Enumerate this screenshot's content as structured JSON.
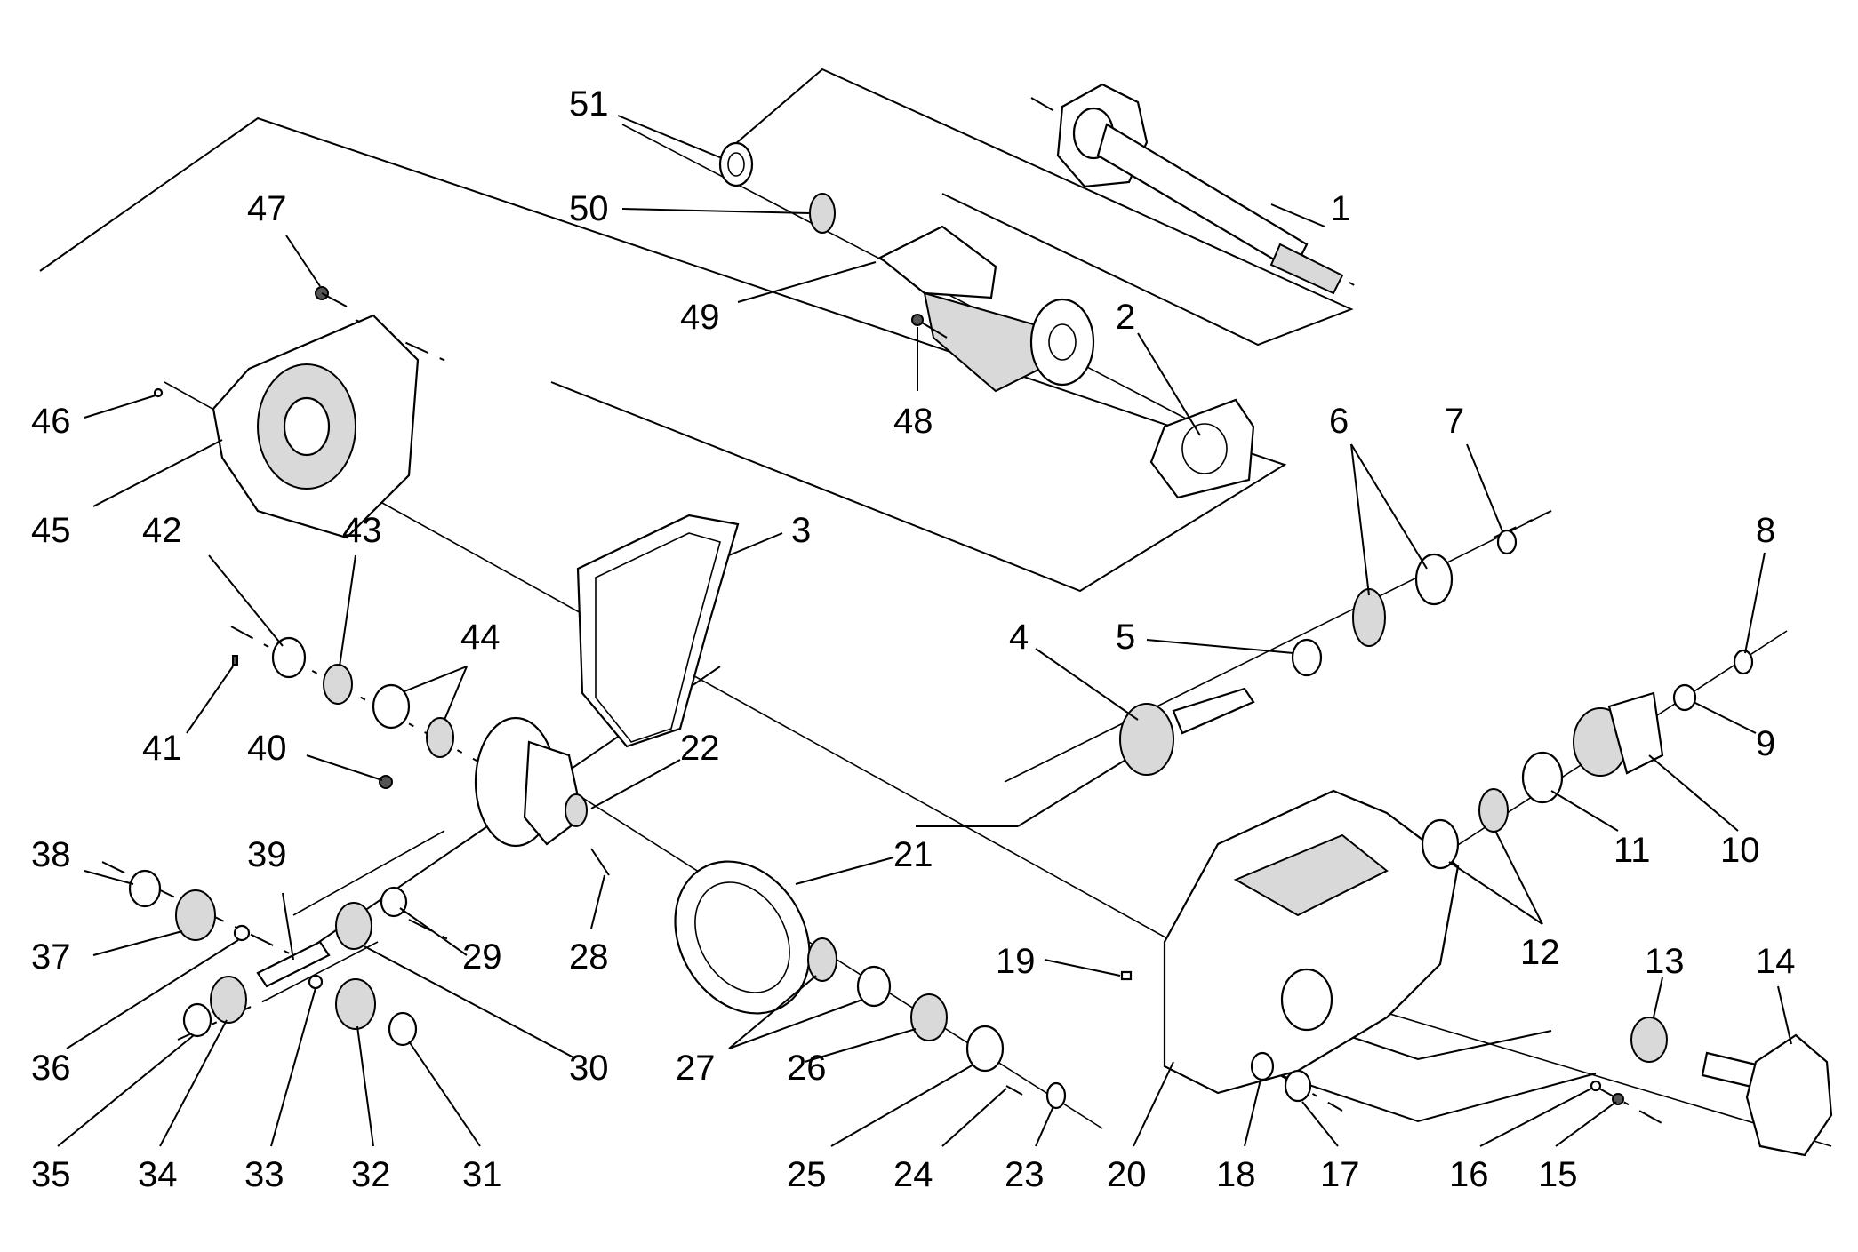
{
  "callouts": [
    {
      "id": 1,
      "text": "1"
    },
    {
      "id": 2,
      "text": "2"
    },
    {
      "id": 3,
      "text": "3"
    },
    {
      "id": 4,
      "text": "4"
    },
    {
      "id": 5,
      "text": "5"
    },
    {
      "id": 6,
      "text": "6"
    },
    {
      "id": 7,
      "text": "7"
    },
    {
      "id": 8,
      "text": "8"
    },
    {
      "id": 9,
      "text": "9"
    },
    {
      "id": 10,
      "text": "10"
    },
    {
      "id": 11,
      "text": "11"
    },
    {
      "id": 12,
      "text": "12"
    },
    {
      "id": 13,
      "text": "13"
    },
    {
      "id": 14,
      "text": "14"
    },
    {
      "id": 15,
      "text": "15"
    },
    {
      "id": 16,
      "text": "16"
    },
    {
      "id": 17,
      "text": "17"
    },
    {
      "id": 18,
      "text": "18"
    },
    {
      "id": 19,
      "text": "19"
    },
    {
      "id": 20,
      "text": "20"
    },
    {
      "id": 21,
      "text": "21"
    },
    {
      "id": 22,
      "text": "22"
    },
    {
      "id": 23,
      "text": "23"
    },
    {
      "id": 24,
      "text": "24"
    },
    {
      "id": 25,
      "text": "25"
    },
    {
      "id": 26,
      "text": "26"
    },
    {
      "id": 27,
      "text": "27"
    },
    {
      "id": 28,
      "text": "28"
    },
    {
      "id": 29,
      "text": "29"
    },
    {
      "id": 30,
      "text": "30"
    },
    {
      "id": 31,
      "text": "31"
    },
    {
      "id": 32,
      "text": "32"
    },
    {
      "id": 33,
      "text": "33"
    },
    {
      "id": 34,
      "text": "34"
    },
    {
      "id": 35,
      "text": "35"
    },
    {
      "id": 36,
      "text": "36"
    },
    {
      "id": 37,
      "text": "37"
    },
    {
      "id": 38,
      "text": "38"
    },
    {
      "id": 39,
      "text": "39"
    },
    {
      "id": 40,
      "text": "40"
    },
    {
      "id": 41,
      "text": "41"
    },
    {
      "id": 42,
      "text": "42"
    },
    {
      "id": 43,
      "text": "43"
    },
    {
      "id": 44,
      "text": "44"
    },
    {
      "id": 45,
      "text": "45"
    },
    {
      "id": 46,
      "text": "46"
    },
    {
      "id": 47,
      "text": "47"
    },
    {
      "id": 48,
      "text": "48"
    },
    {
      "id": 49,
      "text": "49"
    },
    {
      "id": 50,
      "text": "50"
    },
    {
      "id": 51,
      "text": "51"
    }
  ]
}
